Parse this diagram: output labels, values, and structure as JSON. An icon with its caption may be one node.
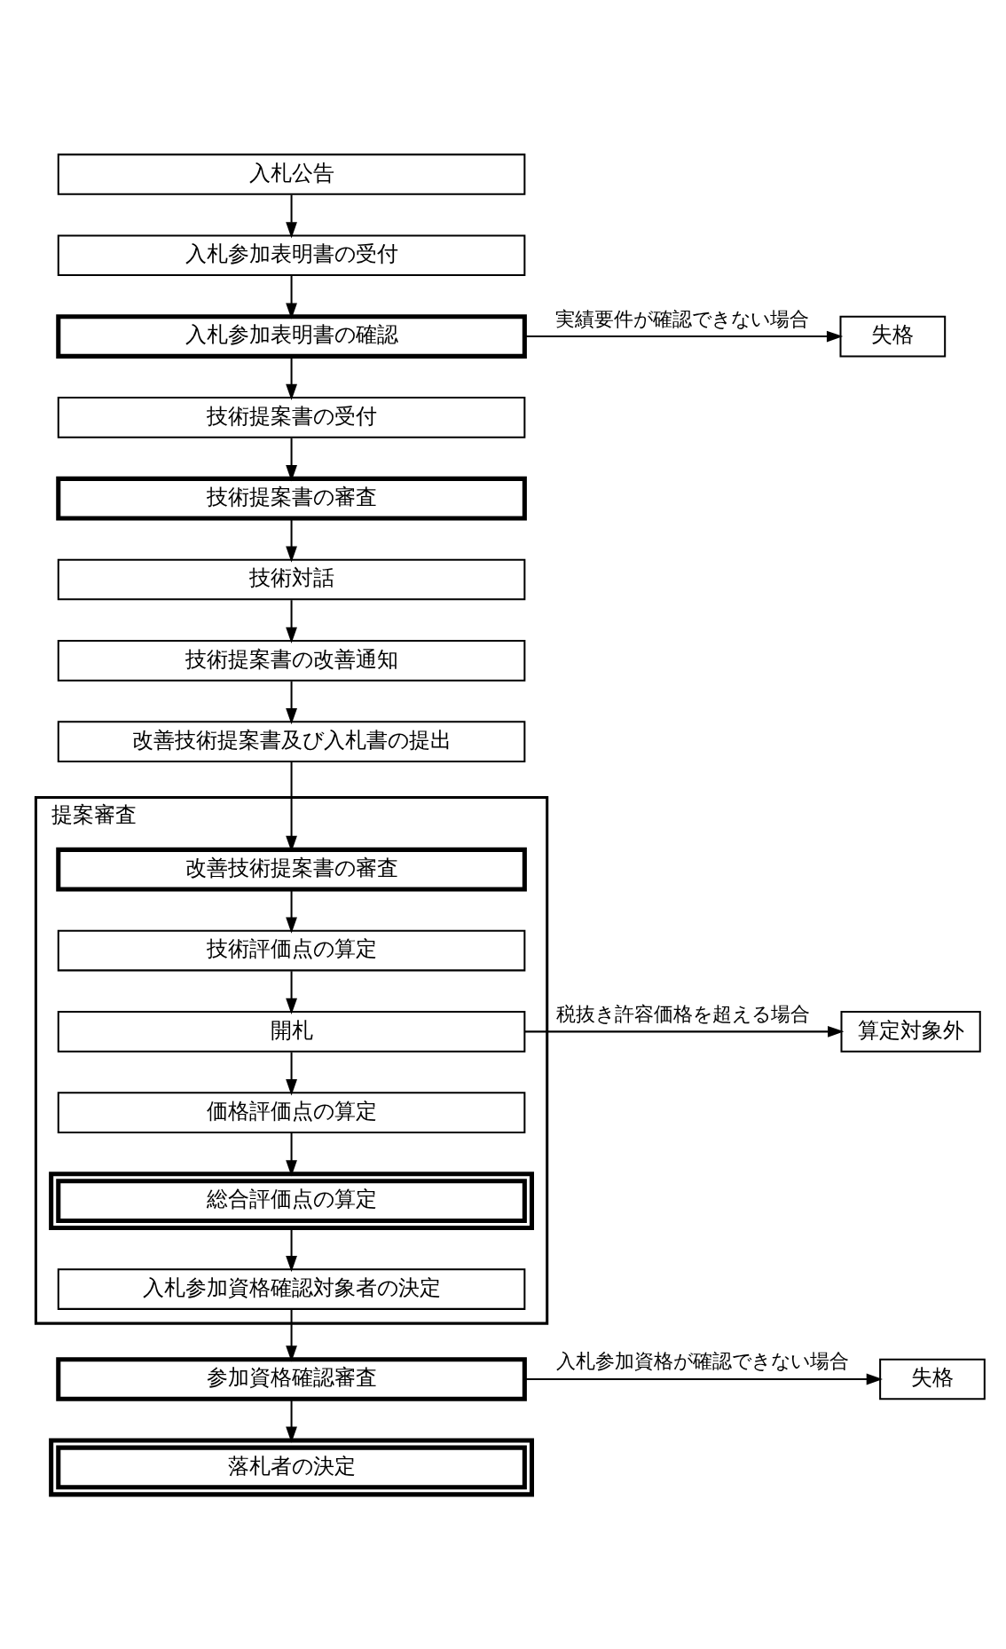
{
  "diagram": {
    "nodes": [
      {
        "text": [
          "入札公告"
        ]
      },
      {
        "text": [
          "入札参加表明書の受付"
        ]
      },
      {
        "text": [
          "入札参加表明書の確認"
        ]
      },
      {
        "text": [
          "失格"
        ]
      },
      {
        "text": [
          "技術提案書の受付"
        ]
      },
      {
        "text": [
          "技術提案書の審査"
        ]
      },
      {
        "text": [
          "技術対話"
        ]
      },
      {
        "text": [
          "技術提案書の改善通知"
        ]
      },
      {
        "text": [
          "改善技術提案書及び入札書の提出"
        ]
      },
      {
        "text": [
          "提案審査"
        ]
      },
      {
        "text": [
          "改善技術提案書の審査"
        ],
        "in": 9
      },
      {
        "text": [
          "技術評価点の算定"
        ],
        "in": 9
      },
      {
        "text": [
          "開札"
        ],
        "in": 9
      },
      {
        "text": [
          "算定対象外"
        ]
      },
      {
        "text": [
          "価格評価点の算定"
        ],
        "in": 9
      },
      {
        "text": [
          "総合評価点の算定"
        ],
        "in": 9
      },
      {
        "text": [
          "入札参加資格確認対象者の決定"
        ],
        "in": 9
      },
      {
        "text": [
          "参加資格確認審査"
        ]
      },
      {
        "text": [
          "失格"
        ]
      },
      {
        "text": [
          "落札者の決定"
        ]
      }
    ],
    "edges": [
      {
        "from": 0,
        "to": 1,
        "arrow": "to"
      },
      {
        "from": 1,
        "to": 2,
        "arrow": "to"
      },
      {
        "from": 2,
        "to": 4,
        "arrow": "to"
      },
      {
        "from": 2,
        "to": 3,
        "arrow": "to",
        "label": "実績要件が確認できない場合"
      },
      {
        "from": 4,
        "to": 5,
        "arrow": "to"
      },
      {
        "from": 5,
        "to": 6,
        "arrow": "to"
      },
      {
        "from": 6,
        "to": 7,
        "arrow": "to"
      },
      {
        "from": 7,
        "to": 8,
        "arrow": "to"
      },
      {
        "from": 8,
        "to": 10,
        "arrow": "to"
      },
      {
        "from": 10,
        "to": 11,
        "arrow": "to"
      },
      {
        "from": 11,
        "to": 12,
        "arrow": "to"
      },
      {
        "from": 12,
        "to": 14,
        "arrow": "to"
      },
      {
        "from": 12,
        "to": 13,
        "arrow": "to",
        "label": "税抜き許容価格を超える場合"
      },
      {
        "from": 14,
        "to": 15,
        "arrow": "to"
      },
      {
        "from": 15,
        "to": 16,
        "arrow": "to"
      },
      {
        "from": 16,
        "to": 17,
        "arrow": "to"
      },
      {
        "from": 17,
        "to": 19,
        "arrow": "to"
      },
      {
        "from": 17,
        "to": 18,
        "arrow": "to",
        "label": "入札参加資格が確認できない場合"
      }
    ]
  }
}
